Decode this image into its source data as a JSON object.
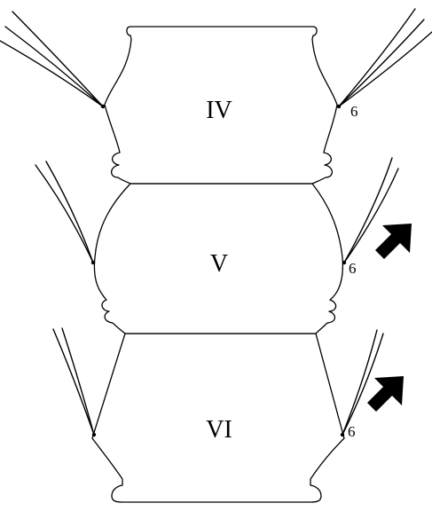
{
  "figure": {
    "segments": [
      {
        "id": "IV",
        "label": "IV",
        "seta_count": "6",
        "arrow": false
      },
      {
        "id": "V",
        "label": "V",
        "seta_count": "6",
        "arrow": true
      },
      {
        "id": "VI",
        "label": "VI",
        "seta_count": "6",
        "arrow": true
      }
    ]
  }
}
